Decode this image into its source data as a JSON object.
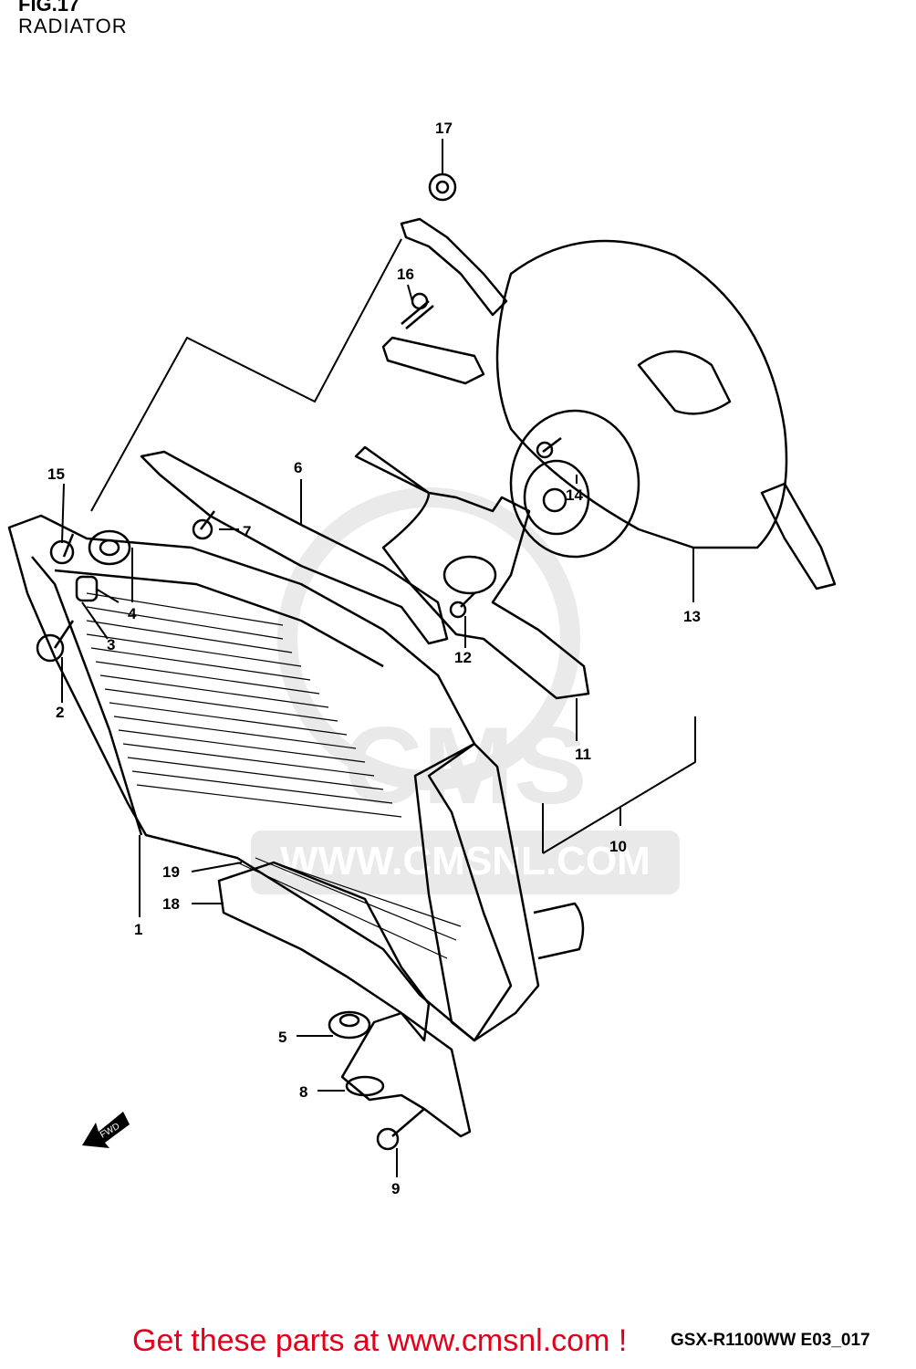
{
  "header": {
    "figure": "FIG.17",
    "title": "RADIATOR"
  },
  "callouts": [
    "1",
    "2",
    "3",
    "4",
    "5",
    "6",
    "7",
    "8",
    "9",
    "10",
    "11",
    "12",
    "13",
    "14",
    "15",
    "16",
    "17",
    "18",
    "19"
  ],
  "watermark": {
    "text": "WWW.CMSNL.COM",
    "logo": "CMS"
  },
  "fwd_label": "FWD",
  "footer": {
    "model_code": "GSX-R1100WW  E03_017",
    "cta": "Get these parts at www.cmsnl.com !",
    "cta_color": "#e2001a"
  }
}
